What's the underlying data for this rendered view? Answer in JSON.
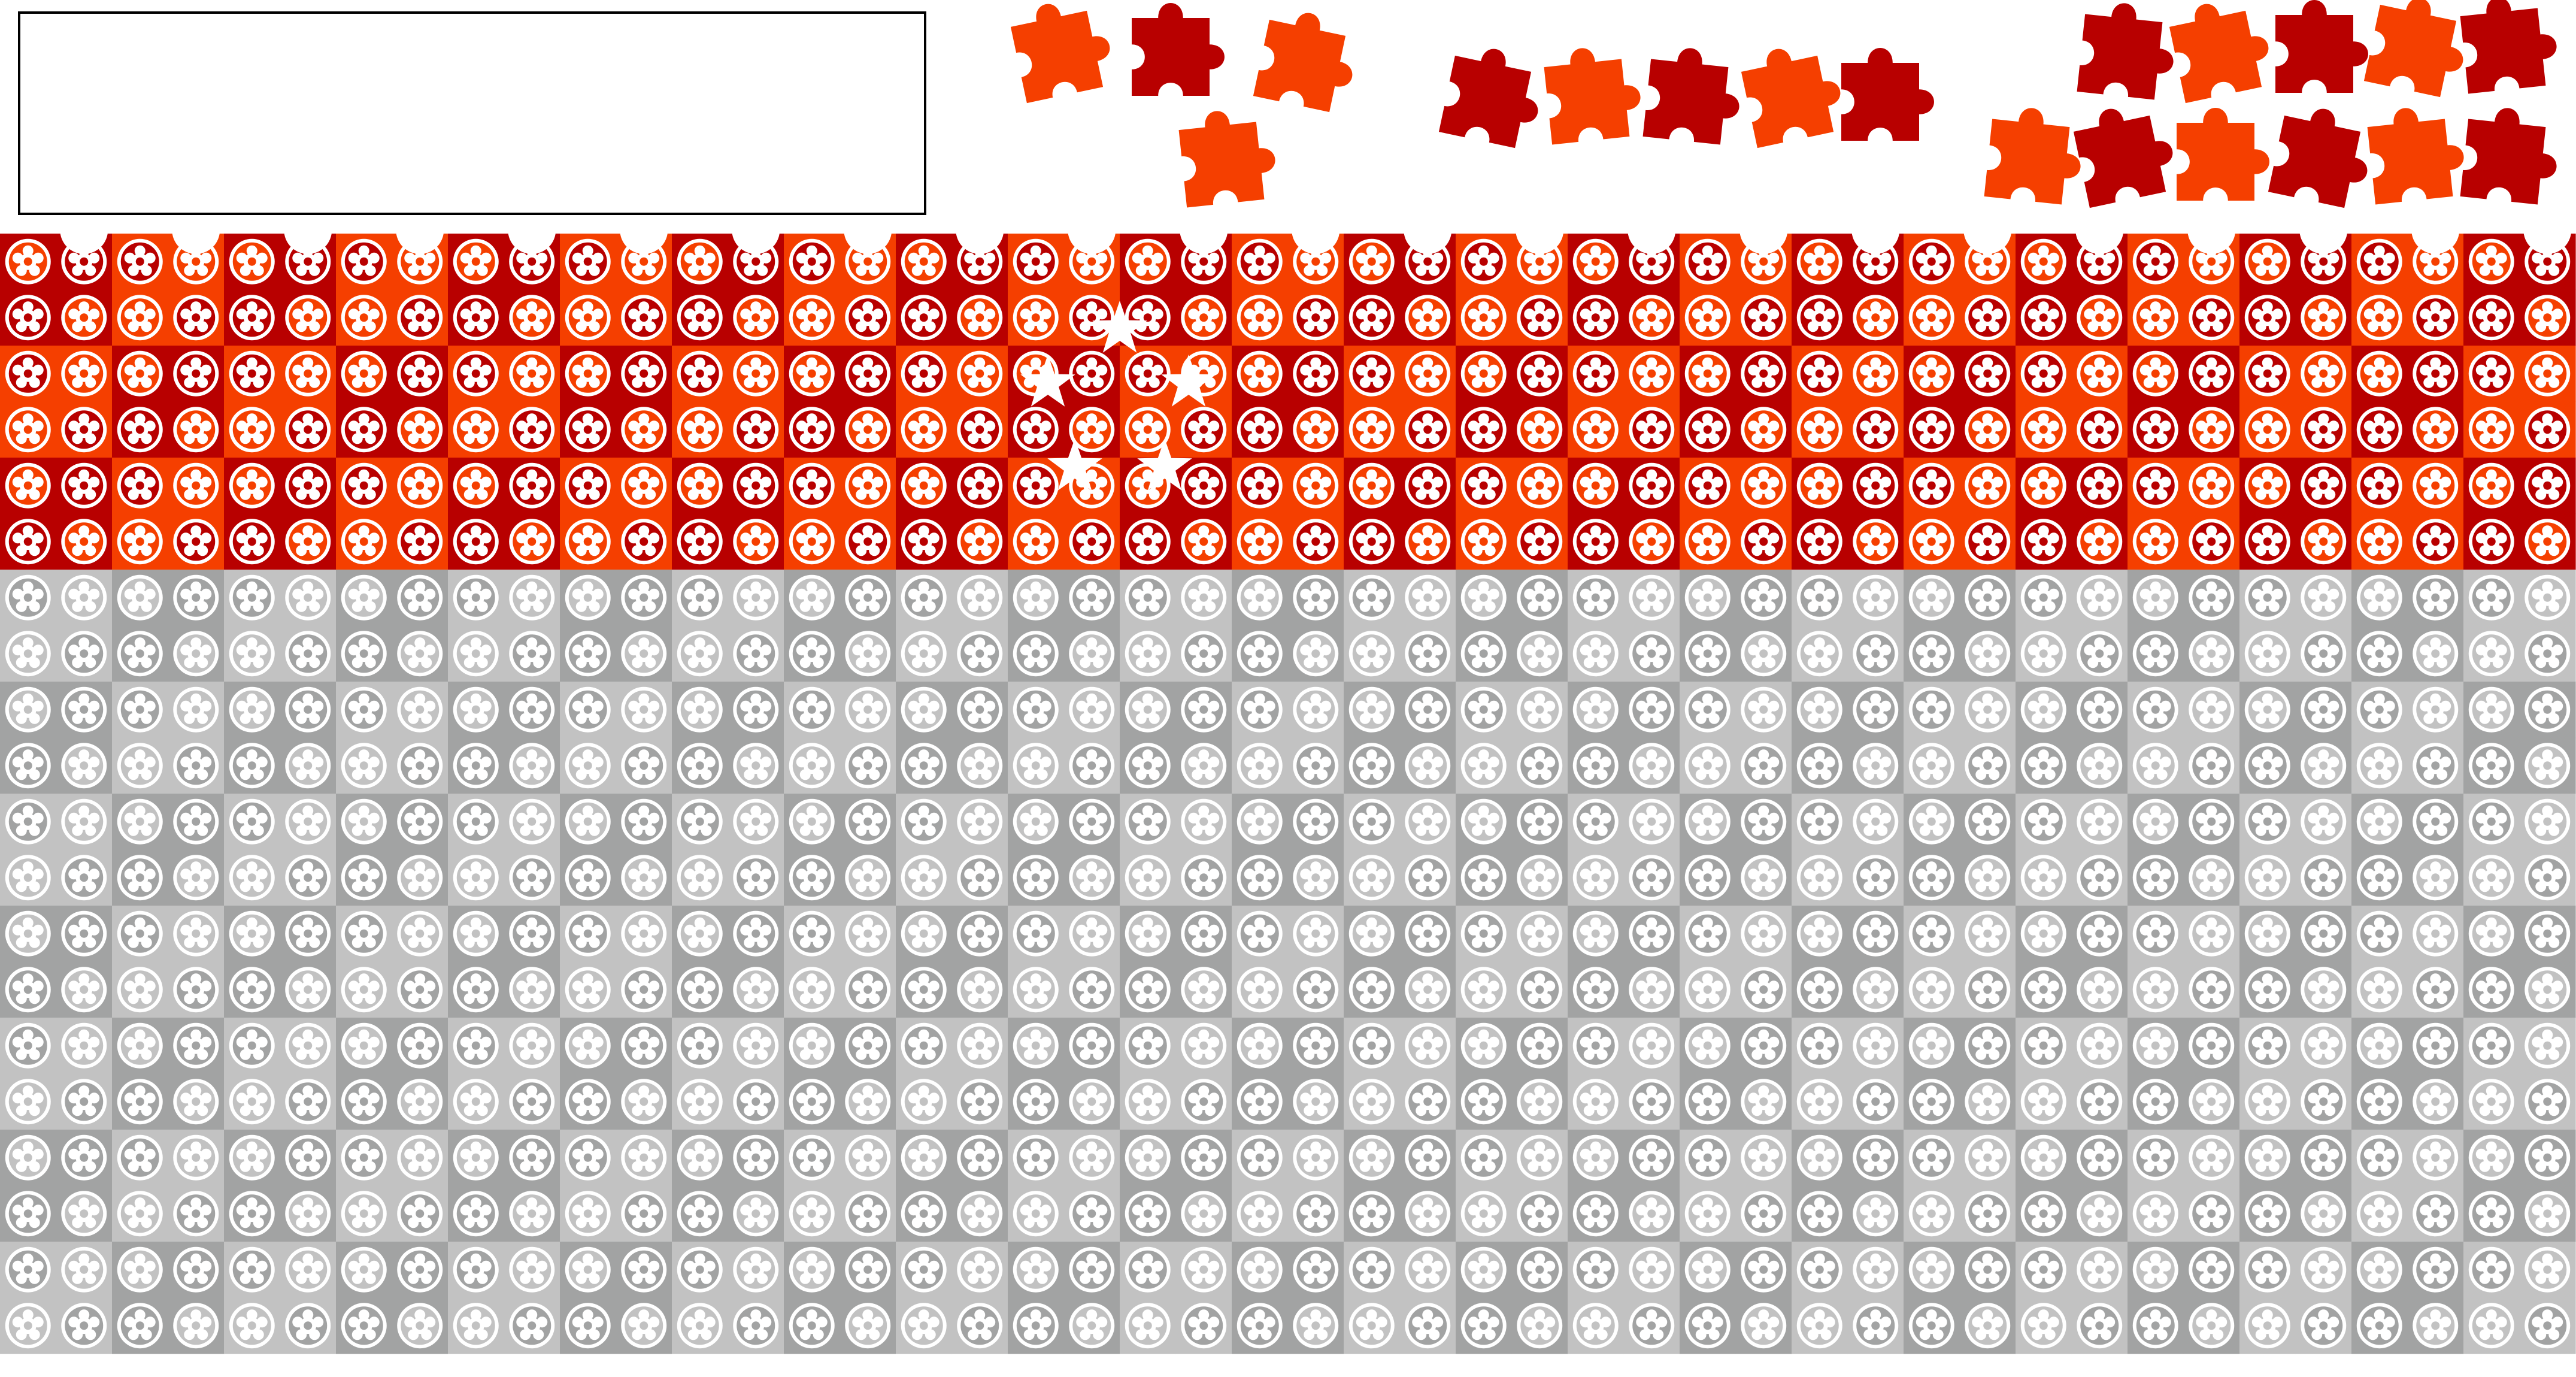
{
  "puzzle": {
    "answer_value": "",
    "colors": {
      "red_dark": "#b80000",
      "red_light": "#f53f00",
      "gray_dark": "#a2a3a3",
      "gray_light": "#c2c2c2",
      "white": "#ffffff",
      "outline": "#000000"
    },
    "board": {
      "columns": 46,
      "rows": 20,
      "filled_rows": 6,
      "gray_rows": 14
    },
    "tray": {
      "groups": [
        {
          "pieces": 4,
          "colors": [
            "red_light",
            "red_dark",
            "red_light",
            "red_light"
          ]
        },
        {
          "pieces": 5,
          "colors": [
            "red_dark",
            "red_light",
            "red_dark",
            "red_light",
            "red_dark"
          ]
        },
        {
          "pieces": 11,
          "colors": [
            "red_dark",
            "red_light",
            "red_dark",
            "red_light",
            "red_dark",
            "red_light",
            "red_dark",
            "red_light",
            "red_dark",
            "red_light",
            "red_dark"
          ]
        }
      ]
    },
    "emblem": {
      "icon": "crescent-and-five-stars-icon",
      "stars": 5
    },
    "icons": {
      "piece": "jigsaw-piece-icon",
      "flower": "flower-icon"
    }
  }
}
